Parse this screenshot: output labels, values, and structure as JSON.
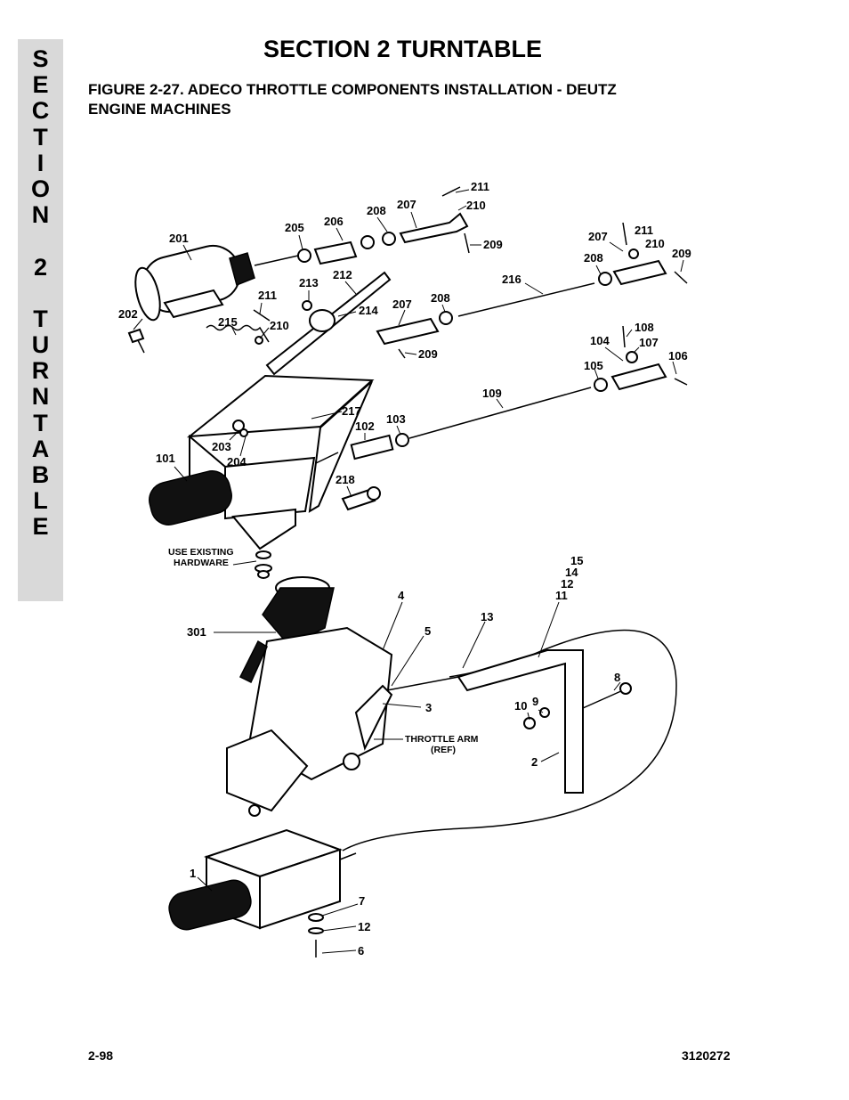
{
  "side_tab": {
    "letters": [
      "S",
      "E",
      "C",
      "T",
      "I",
      "O",
      "N",
      "",
      "2",
      "",
      "T",
      "U",
      "R",
      "N",
      "T",
      "A",
      "B",
      "L",
      "E"
    ]
  },
  "header": {
    "section_title": "SECTION 2  TURNTABLE",
    "figure_caption_line1": "FIGURE 2-27.  ADECO THROTTLE COMPONENTS INSTALLATION - DEUTZ",
    "figure_caption_line2": "ENGINE MACHINES"
  },
  "figure": {
    "callouts": {
      "c211a": "211",
      "c210a": "210",
      "c207a": "207",
      "c208a": "208",
      "c206": "206",
      "c205": "205",
      "c201": "201",
      "c209a": "209",
      "c211b": "211",
      "c207b": "207",
      "c210b": "210",
      "c208b": "208",
      "c209b": "209",
      "c216": "216",
      "c212": "212",
      "c213": "213",
      "c214": "214",
      "c211c": "211",
      "c202": "202",
      "c215": "215",
      "c210c": "210",
      "c207c": "207",
      "c208c": "208",
      "c209c": "209",
      "c108": "108",
      "c104": "104",
      "c107": "107",
      "c106": "106",
      "c105": "105",
      "c109": "109",
      "c217": "217",
      "c103": "103",
      "c102": "102",
      "c203": "203",
      "c204": "204",
      "c101": "101",
      "c218": "218",
      "c15": "15",
      "c14": "14",
      "c12a": "12",
      "c11": "11",
      "c4": "4",
      "c13": "13",
      "c301": "301",
      "c5": "5",
      "c3": "3",
      "c8": "8",
      "c9": "9",
      "c10": "10",
      "c2": "2",
      "c1": "1",
      "c7": "7",
      "c12b": "12",
      "c6": "6"
    },
    "notes": {
      "use_existing_1": "USE EXISTING",
      "use_existing_2": "HARDWARE",
      "throttle_arm_1": "THROTTLE ARM",
      "throttle_arm_2": "(REF)"
    }
  },
  "footer": {
    "page_number": "2-98",
    "doc_number": "3120272"
  }
}
